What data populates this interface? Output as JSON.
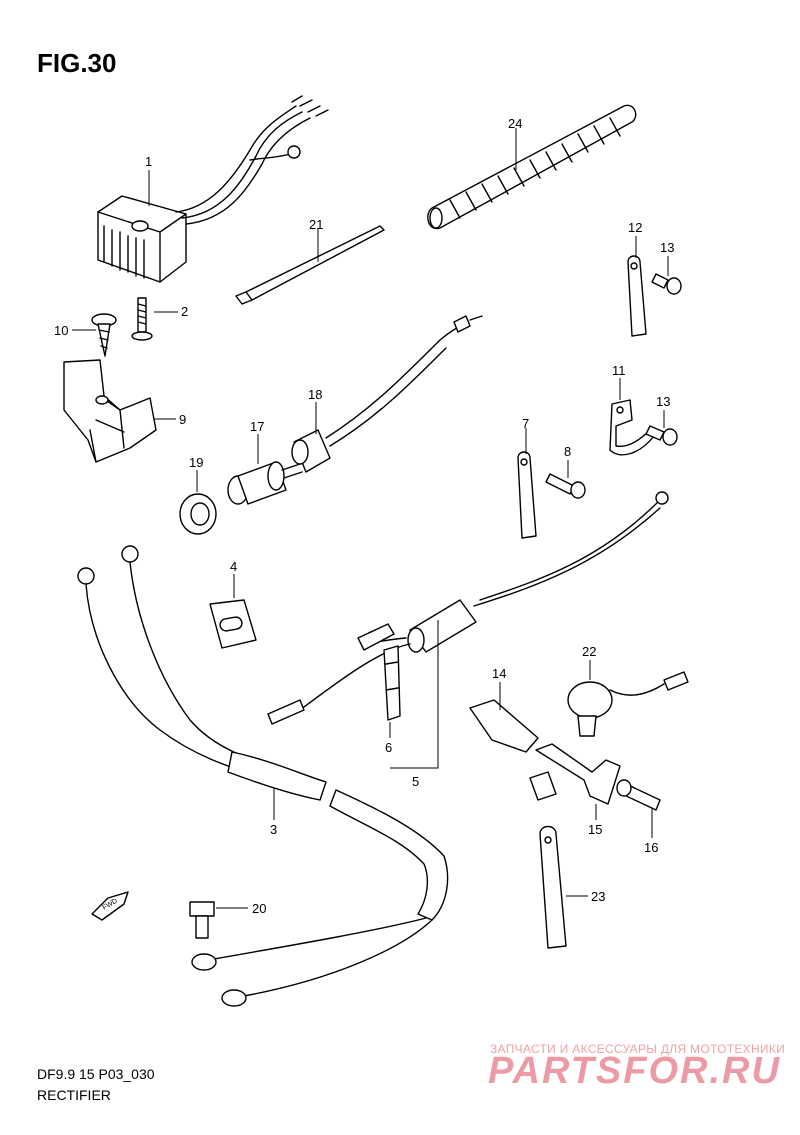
{
  "figure": {
    "title": "FIG.30",
    "model_code": "DF9.9 15 P03_030",
    "section_name": "RECTIFIER"
  },
  "fwd_label": "FWD",
  "watermark": {
    "tagline": "ЗАПЧАСТИ И АКСЕССУАРЫ ДЛЯ МОТОТЕХНИКИ",
    "brand": "PARTSFOR.RU"
  },
  "parts": [
    {
      "ref": "1",
      "icon": "rectifier-icon"
    },
    {
      "ref": "2",
      "icon": "bolt-icon"
    },
    {
      "ref": "3",
      "icon": "wire-harness-icon"
    },
    {
      "ref": "4",
      "icon": "grommet-icon"
    },
    {
      "ref": "5",
      "icon": "lead-wire-icon"
    },
    {
      "ref": "6",
      "icon": "clip-icon"
    },
    {
      "ref": "7",
      "icon": "clamp-icon"
    },
    {
      "ref": "8",
      "icon": "screw-icon"
    },
    {
      "ref": "9",
      "icon": "holder-icon"
    },
    {
      "ref": "10",
      "icon": "screw-icon"
    },
    {
      "ref": "11",
      "icon": "clamp-icon"
    },
    {
      "ref": "12",
      "icon": "clamp-icon"
    },
    {
      "ref": "13",
      "icon": "screw-icon"
    },
    {
      "ref": "13",
      "icon": "screw-icon"
    },
    {
      "ref": "14",
      "icon": "bracket-icon"
    },
    {
      "ref": "15",
      "icon": "bracket-icon"
    },
    {
      "ref": "16",
      "icon": "bolt-icon"
    },
    {
      "ref": "17",
      "icon": "socket-icon"
    },
    {
      "ref": "18",
      "icon": "cable-icon"
    },
    {
      "ref": "19",
      "icon": "grommet-icon"
    },
    {
      "ref": "20",
      "icon": "bolt-icon"
    },
    {
      "ref": "21",
      "icon": "cable-tie-icon"
    },
    {
      "ref": "22",
      "icon": "switch-icon"
    },
    {
      "ref": "23",
      "icon": "clamp-icon"
    },
    {
      "ref": "24",
      "icon": "spiral-tube-icon"
    }
  ]
}
